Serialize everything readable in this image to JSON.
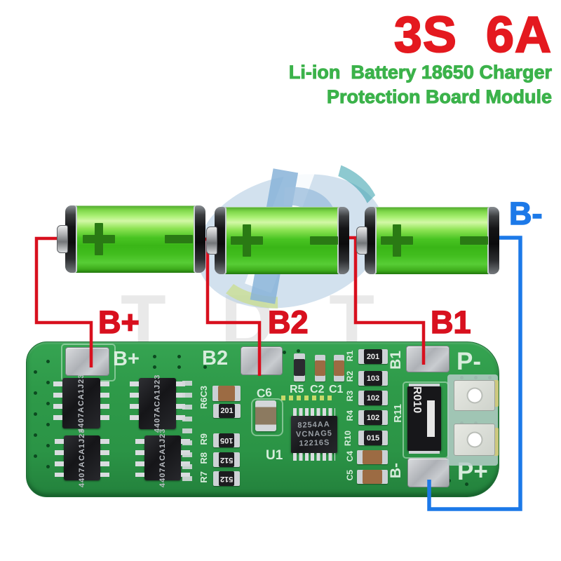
{
  "colors": {
    "red_title": "#e4191f",
    "green_title": "#3bb24a",
    "wire_red": "#d8101e",
    "wire_blue": "#1c79e8",
    "pcb_green": "#2e9a49",
    "battery_green": "#49c422",
    "pad_silver": "#b9bcc2"
  },
  "header": {
    "model": "3S 6A",
    "line1": "Li-ion  Battery 18650 Charger",
    "line2": "Protection Board Module"
  },
  "watermark": {
    "text": "TDT"
  },
  "diagram": {
    "battery_count": 3,
    "terminal_symbols": {
      "positive": "+",
      "negative": "-"
    },
    "labels": {
      "b_plus": "B+",
      "b2": "B2",
      "b1": "B1",
      "b_minus": "B-"
    }
  },
  "pcb": {
    "silkscreen": {
      "b_plus": "B+",
      "b2": "B2",
      "b1": "B1",
      "b_minus": "B-",
      "p_minus": "P-",
      "p_plus": "P+",
      "u1": "U1",
      "c6": "C6",
      "r6c3": "R6C3",
      "r9": "R9",
      "r8": "R8",
      "r7": "R7",
      "r5": "R5",
      "c2": "C2",
      "c1": "C1",
      "r11": "R11",
      "right_labels": [
        "R1",
        "R2",
        "R3",
        "R4",
        "R10",
        "C4",
        "C5"
      ]
    },
    "mosfet": {
      "line1": "4407A",
      "line2": "CA1J23"
    },
    "u1_chip": {
      "line1": "8254AA",
      "line2": "VCNAG5",
      "line3": "12216S"
    },
    "shunt_value": "R010",
    "left_col_values": [
      "105",
      "512",
      "512",
      "201"
    ],
    "right_col_values": [
      "201",
      "103",
      "102",
      "102",
      "015"
    ]
  }
}
